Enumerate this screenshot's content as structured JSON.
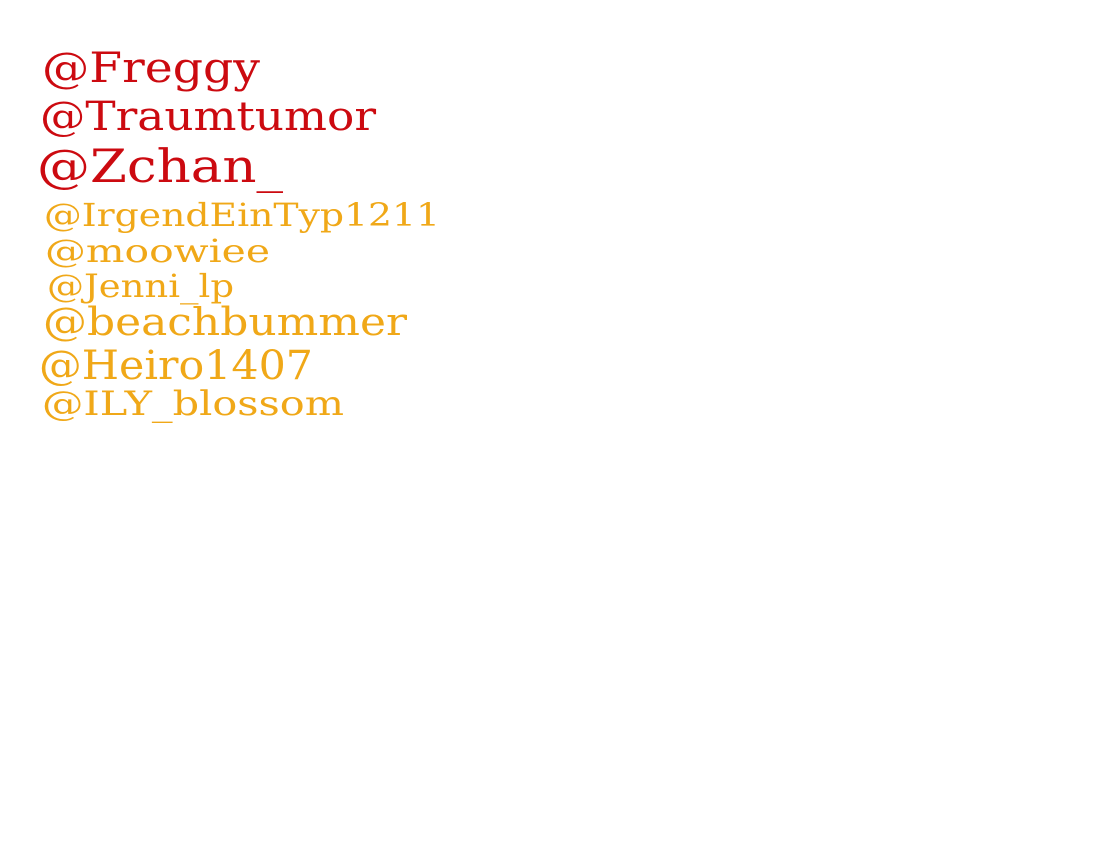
{
  "colors": {
    "red": "#cc0a10",
    "gold": "#f0a818",
    "background": "#ffffff"
  },
  "names": [
    "@Freggy",
    "@Traumtumor",
    "@Zchan_",
    "@IrgendEinTyp1211",
    "@moowiee",
    "@Jenni_lp",
    "@beachbummer",
    "@Heiro1407",
    "@ILY_blossom"
  ]
}
